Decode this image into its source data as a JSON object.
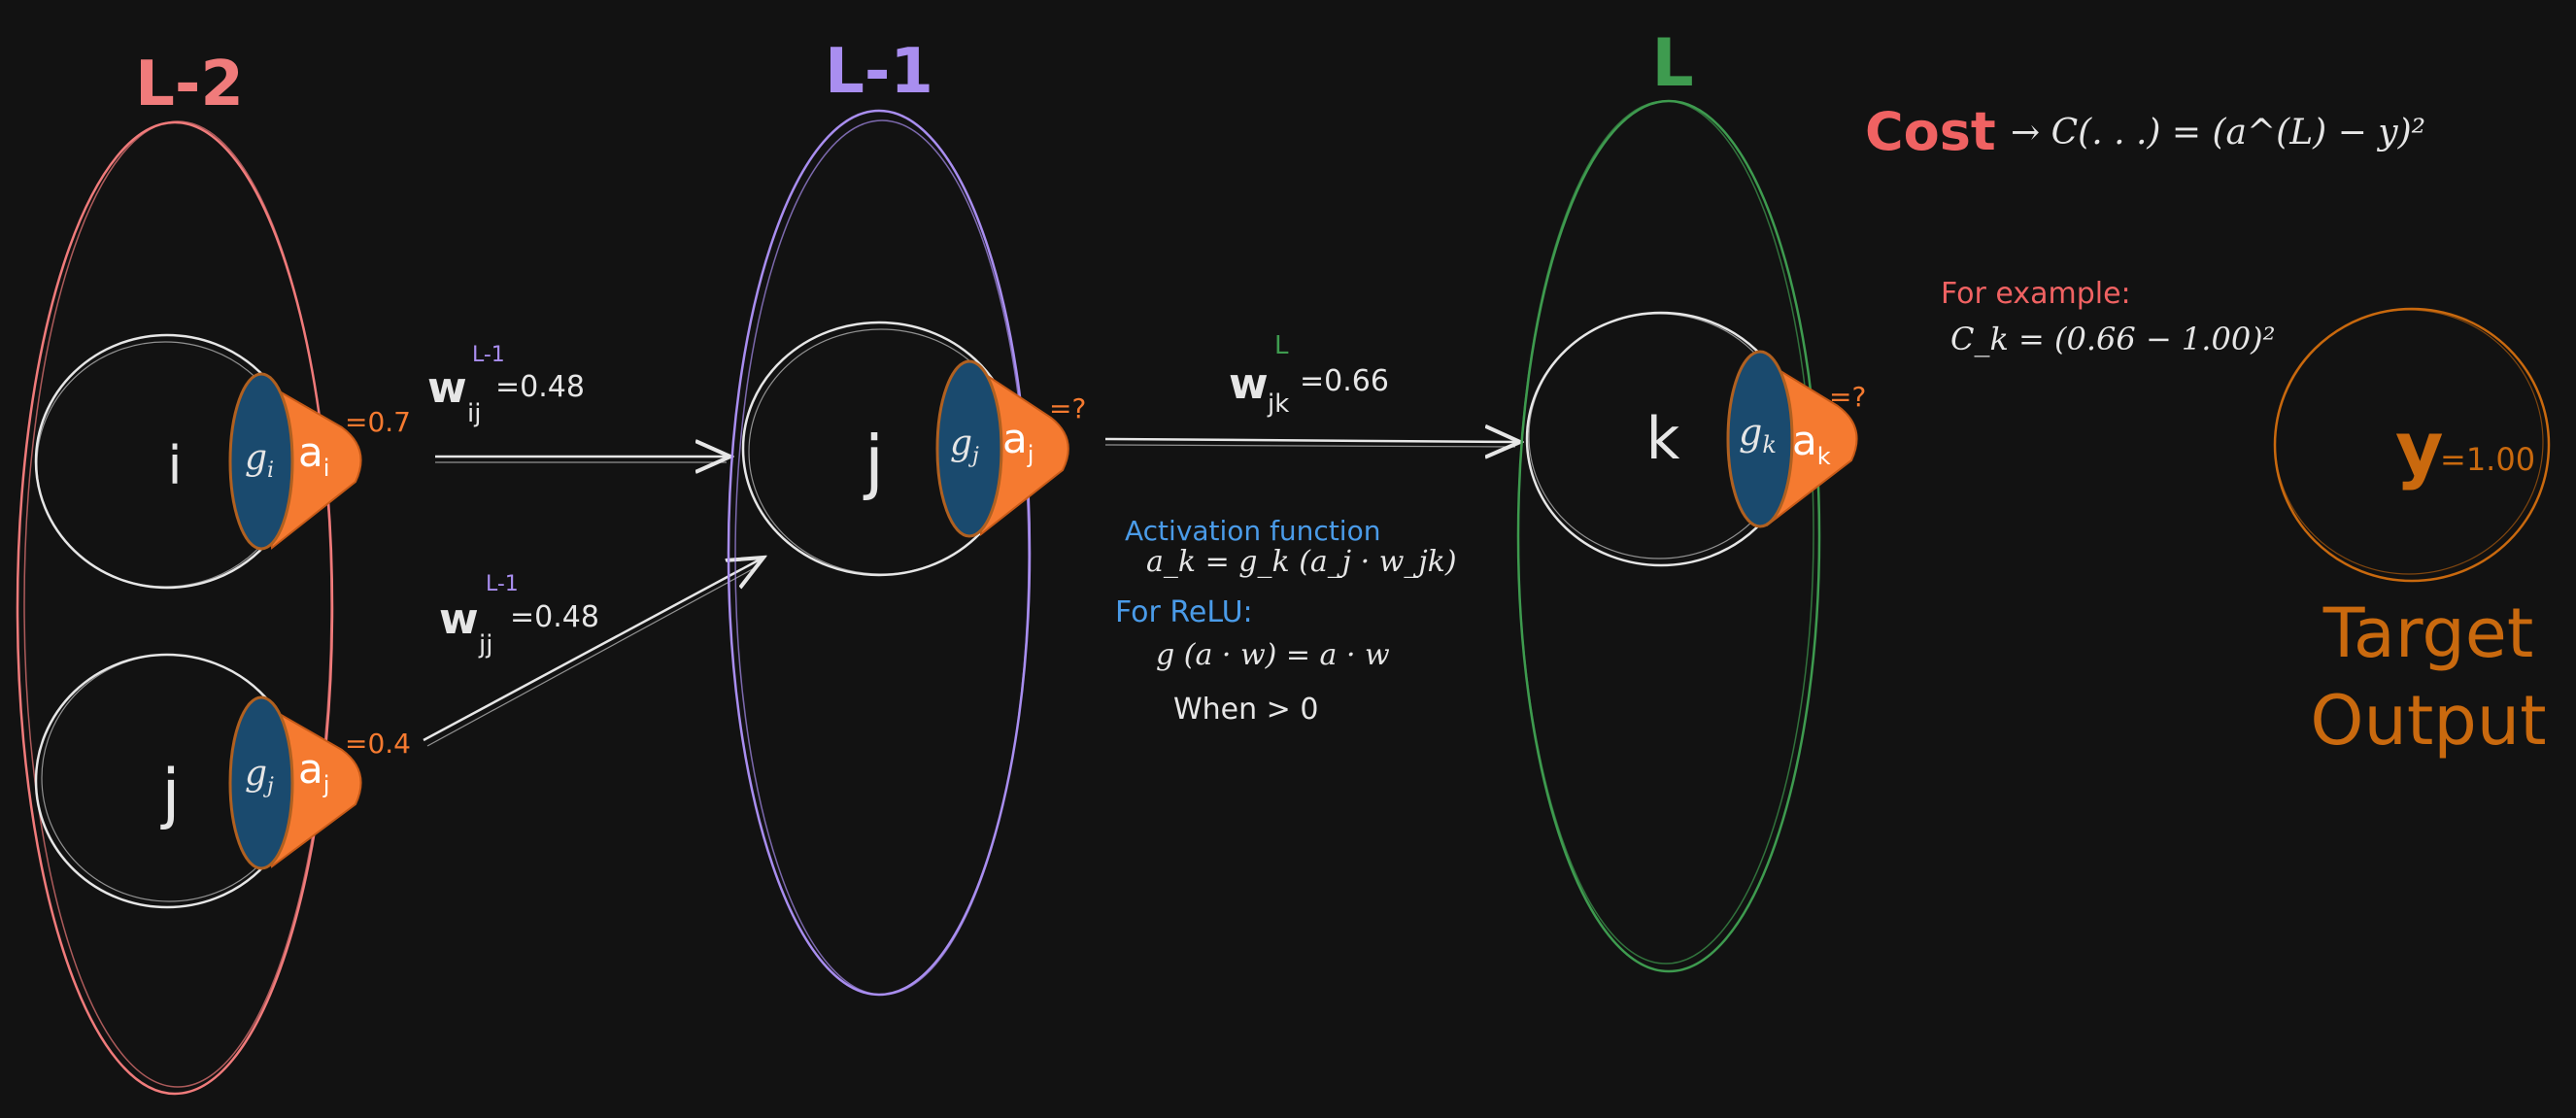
{
  "layers": {
    "l2": {
      "label": "L-2",
      "color": "#f07b7b"
    },
    "l1": {
      "label": "L-1",
      "color": "#a98ef0"
    },
    "l": {
      "label": "L",
      "color": "#3e9b4f"
    }
  },
  "neurons": {
    "i_top": {
      "name": "i",
      "g": "g",
      "g_sub": "i",
      "a": "a",
      "a_sub": "i",
      "value": "=0.7"
    },
    "j_bottom": {
      "name": "j",
      "g": "g",
      "g_sub": "j",
      "a": "a",
      "a_sub": "j",
      "value": "=0.4"
    },
    "j_mid": {
      "name": "j",
      "g": "g",
      "g_sub": "j",
      "a": "a",
      "a_sub": "j",
      "value": "=?"
    },
    "k_out": {
      "name": "k",
      "g": "g",
      "g_sub": "k",
      "a": "a",
      "a_sub": "k",
      "value": "=?"
    }
  },
  "weights": {
    "w_ij": {
      "w": "w",
      "sup": "L-1",
      "sub": "ij",
      "value": "=0.48"
    },
    "w_jj": {
      "w": "w",
      "sup": "L-1",
      "sub": "jj",
      "value": "=0.48"
    },
    "w_jk": {
      "w": "w",
      "sup": "L",
      "sub": "jk",
      "value": "=0.66"
    }
  },
  "activation": {
    "title": "Activation function",
    "formula": "a_k = g_k (a_j · w_jk)",
    "relu_title": "For ReLU:",
    "relu_formula": "g (a · w) = a · w",
    "relu_condition": "When > 0"
  },
  "cost": {
    "title": "Cost",
    "formula": "→ C(. . .) = (a^(L) − y)²",
    "example_title": "For example:",
    "example_formula": "C_k = (0.66 − 1.00)²"
  },
  "target": {
    "symbol": "y",
    "value": "=1.00",
    "label_line1": "Target",
    "label_line2": "Output"
  },
  "colors": {
    "background": "#121212",
    "neuron_outline": "#e6e6e6",
    "g_fill": "#1a4a6e",
    "a_fill": "#f57a30",
    "value_orange": "#f57a30",
    "annotation_blue": "#4a9be8",
    "cost_red": "#f06262",
    "target_orange": "#c9690e"
  }
}
